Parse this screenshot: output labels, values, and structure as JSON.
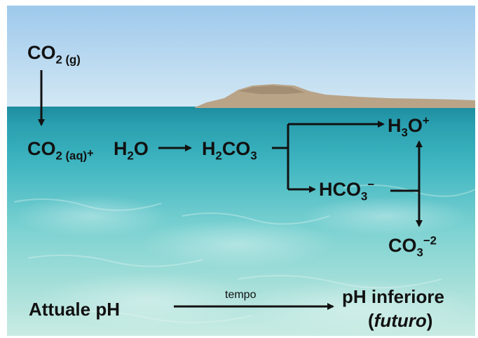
{
  "species": {
    "co2_gas": {
      "main": "CO",
      "sub": "2 (g)"
    },
    "co2_aq": {
      "main": "CO",
      "sub": "2 (aq)",
      "plus": "+"
    },
    "water": {
      "p1": "H",
      "sub": "2",
      "p2": "O"
    },
    "carbonic_acid": {
      "p1": "H",
      "sub1": "2",
      "p2": "CO",
      "sub2": "3"
    },
    "hydronium": {
      "p1": "H",
      "sub": "3",
      "p2": "O",
      "sup": "+"
    },
    "bicarbonate": {
      "p1": "HCO",
      "sub": "3",
      "sup": "−"
    },
    "carbonate": {
      "p1": "CO",
      "sub": "3",
      "sup": "−2"
    }
  },
  "timeline": {
    "start_label": "Attuale pH",
    "arrow_label": "tempo",
    "end_line1": "pH inferiore",
    "end_open": "(",
    "end_italic": "futuro",
    "end_close": ")"
  },
  "colors": {
    "sky_top": "#9ec9ec",
    "sky_bottom": "#cfe6f4",
    "sea_far": "#1f8fa1",
    "sea_mid": "#56c3c9",
    "sea_near": "#bfe8e0",
    "island": "#b9a488",
    "ink": "#111111"
  }
}
